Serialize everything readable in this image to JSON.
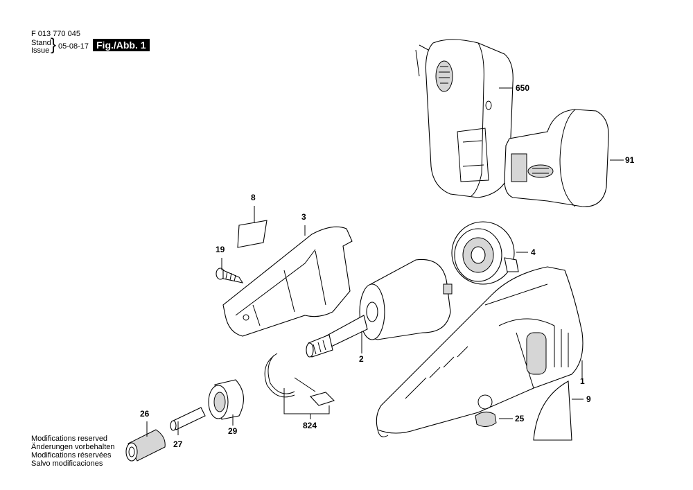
{
  "header": {
    "part_number": "F 013 770 045",
    "stand_label": "Stand",
    "issue_label": "Issue",
    "date": "05-08-17",
    "figure_label": "Fig./Abb. 1"
  },
  "footer": {
    "notes": [
      "Modifications reserved",
      "Änderungen vorbehalten",
      "Modifications réservées",
      "Salvo modificaciones"
    ]
  },
  "callouts": {
    "c650": "650",
    "c91": "91",
    "c8": "8",
    "c3": "3",
    "c19": "19",
    "c4": "4",
    "c2": "2",
    "c1": "1",
    "c9": "9",
    "c25": "25",
    "c26": "26",
    "c27": "27",
    "c29": "29",
    "c824": "824"
  }
}
